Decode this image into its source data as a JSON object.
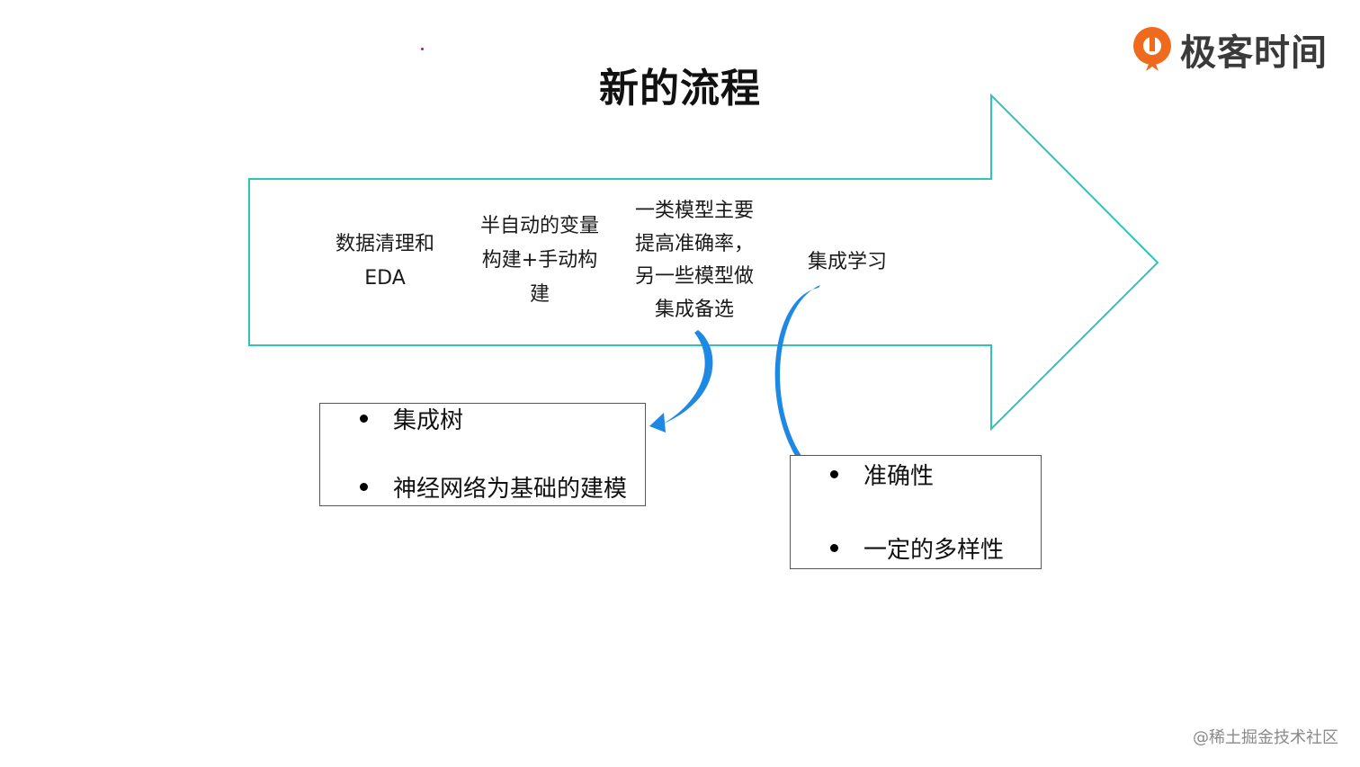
{
  "title": "新的流程",
  "steps": [
    {
      "lines": [
        "数据清理和",
        "EDA"
      ]
    },
    {
      "lines": [
        "半自动的变量",
        "构建+手动构",
        "建"
      ]
    },
    {
      "lines": [
        "一类模型主要",
        "提高准确率，",
        "另一些模型做",
        "集成备选"
      ]
    },
    {
      "lines": [
        "集成学习"
      ]
    }
  ],
  "box_left": {
    "items": [
      "集成树",
      "神经网络为基础的建模"
    ]
  },
  "box_right": {
    "items": [
      "准确性",
      "一定的多样性"
    ]
  },
  "logo": {
    "text": "极客时间",
    "icon": "geektime-logo-icon"
  },
  "watermark": "@稀土掘金技术社区",
  "colors": {
    "arrow_outline": "#2ec4b6",
    "curve_arrow": "#1e90d8",
    "logo_orange": "#f06a1d"
  }
}
